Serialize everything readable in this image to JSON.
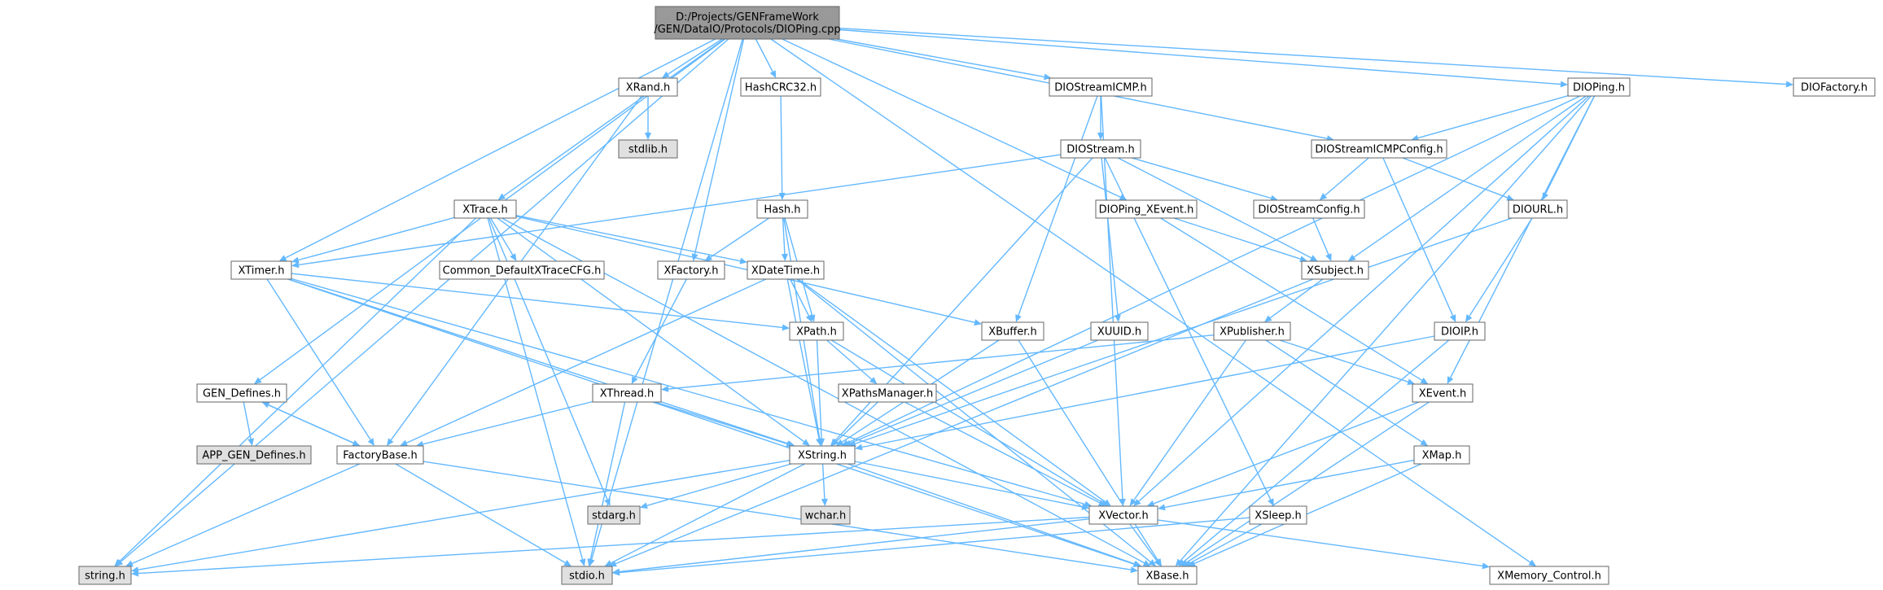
{
  "colors": {
    "edge": "#63b8ff",
    "root_fill": "#999999",
    "system_fill": "#e0e0e0",
    "normal_fill": "#ffffff",
    "border": "#666666"
  },
  "nodes": [
    {
      "id": "root",
      "lines": [
        "D:/Projects/GENFrameWork",
        "/GEN/DataIO/Protocols/DIOPing.cpp"
      ],
      "kind": "root"
    },
    {
      "id": "xrand",
      "lines": [
        "XRand.h"
      ],
      "kind": "normal"
    },
    {
      "id": "hashcrc32",
      "lines": [
        "HashCRC32.h"
      ],
      "kind": "normal"
    },
    {
      "id": "diostreamicmp",
      "lines": [
        "DIOStreamICMP.h"
      ],
      "kind": "normal"
    },
    {
      "id": "dioping",
      "lines": [
        "DIOPing.h"
      ],
      "kind": "normal"
    },
    {
      "id": "diofactory",
      "lines": [
        "DIOFactory.h"
      ],
      "kind": "normal"
    },
    {
      "id": "stdlib",
      "lines": [
        "stdlib.h"
      ],
      "kind": "system"
    },
    {
      "id": "diostream",
      "lines": [
        "DIOStream.h"
      ],
      "kind": "normal"
    },
    {
      "id": "diostreamicmpconfig",
      "lines": [
        "DIOStreamICMPConfig.h"
      ],
      "kind": "normal"
    },
    {
      "id": "hash",
      "lines": [
        "Hash.h"
      ],
      "kind": "normal"
    },
    {
      "id": "xtrace",
      "lines": [
        "XTrace.h"
      ],
      "kind": "normal"
    },
    {
      "id": "diopingxevent",
      "lines": [
        "DIOPing_XEvent.h"
      ],
      "kind": "normal"
    },
    {
      "id": "diostreamconfig",
      "lines": [
        "DIOStreamConfig.h"
      ],
      "kind": "normal"
    },
    {
      "id": "diourl",
      "lines": [
        "DIOURL.h"
      ],
      "kind": "normal"
    },
    {
      "id": "xtimer",
      "lines": [
        "XTimer.h"
      ],
      "kind": "normal"
    },
    {
      "id": "commondefault",
      "lines": [
        "Common_DefaultXTraceCFG.h"
      ],
      "kind": "normal"
    },
    {
      "id": "xfactory",
      "lines": [
        "XFactory.h"
      ],
      "kind": "normal"
    },
    {
      "id": "xdatetime",
      "lines": [
        "XDateTime.h"
      ],
      "kind": "normal"
    },
    {
      "id": "xsubject",
      "lines": [
        "XSubject.h"
      ],
      "kind": "normal"
    },
    {
      "id": "xbuffer",
      "lines": [
        "XBuffer.h"
      ],
      "kind": "normal"
    },
    {
      "id": "xuuid",
      "lines": [
        "XUUID.h"
      ],
      "kind": "normal"
    },
    {
      "id": "xpath",
      "lines": [
        "XPath.h"
      ],
      "kind": "normal"
    },
    {
      "id": "xpublisher",
      "lines": [
        "XPublisher.h"
      ],
      "kind": "normal"
    },
    {
      "id": "dioip",
      "lines": [
        "DIOIP.h"
      ],
      "kind": "normal"
    },
    {
      "id": "gendefines",
      "lines": [
        "GEN_Defines.h"
      ],
      "kind": "normal"
    },
    {
      "id": "xthread",
      "lines": [
        "XThread.h"
      ],
      "kind": "normal"
    },
    {
      "id": "xpathsmanager",
      "lines": [
        "XPathsManager.h"
      ],
      "kind": "normal"
    },
    {
      "id": "xevent",
      "lines": [
        "XEvent.h"
      ],
      "kind": "normal"
    },
    {
      "id": "appgendefines",
      "lines": [
        "APP_GEN_Defines.h"
      ],
      "kind": "system"
    },
    {
      "id": "factorybase",
      "lines": [
        "FactoryBase.h"
      ],
      "kind": "normal"
    },
    {
      "id": "xstring",
      "lines": [
        "XString.h"
      ],
      "kind": "normal"
    },
    {
      "id": "xmap",
      "lines": [
        "XMap.h"
      ],
      "kind": "normal"
    },
    {
      "id": "stdarg",
      "lines": [
        "stdarg.h"
      ],
      "kind": "system"
    },
    {
      "id": "wchar",
      "lines": [
        "wchar.h"
      ],
      "kind": "system"
    },
    {
      "id": "xvector",
      "lines": [
        "XVector.h"
      ],
      "kind": "normal"
    },
    {
      "id": "xsleep",
      "lines": [
        "XSleep.h"
      ],
      "kind": "normal"
    },
    {
      "id": "stringh",
      "lines": [
        "string.h"
      ],
      "kind": "system"
    },
    {
      "id": "stdio",
      "lines": [
        "stdio.h"
      ],
      "kind": "system"
    },
    {
      "id": "xbase",
      "lines": [
        "XBase.h"
      ],
      "kind": "normal"
    },
    {
      "id": "xmemory",
      "lines": [
        "XMemory_Control.h"
      ],
      "kind": "normal"
    }
  ],
  "edges": [
    [
      "root",
      "xrand"
    ],
    [
      "root",
      "hashcrc32"
    ],
    [
      "root",
      "diostreamicmp"
    ],
    [
      "root",
      "dioping"
    ],
    [
      "root",
      "diofactory"
    ],
    [
      "root",
      "xtrace"
    ],
    [
      "root",
      "xtimer"
    ],
    [
      "root",
      "gendefines"
    ],
    [
      "root",
      "xfactory"
    ],
    [
      "root",
      "diopingxevent"
    ],
    [
      "root",
      "diostreamicmpconfig"
    ],
    [
      "root",
      "stringh"
    ],
    [
      "root",
      "stdio"
    ],
    [
      "root",
      "xmemory"
    ],
    [
      "xrand",
      "stdlib"
    ],
    [
      "xrand",
      "factorybase"
    ],
    [
      "hashcrc32",
      "hash"
    ],
    [
      "diostreamicmp",
      "diostream"
    ],
    [
      "diostreamicmp",
      "xbuffer"
    ],
    [
      "diostreamicmp",
      "xvector"
    ],
    [
      "dioping",
      "diostreamicmpconfig"
    ],
    [
      "dioping",
      "diourl"
    ],
    [
      "dioping",
      "xsubject"
    ],
    [
      "dioping",
      "xevent"
    ],
    [
      "dioping",
      "xstring"
    ],
    [
      "dioping",
      "xvector"
    ],
    [
      "dioping",
      "xbase"
    ],
    [
      "diostream",
      "xtimer"
    ],
    [
      "diostream",
      "diostreamconfig"
    ],
    [
      "diostream",
      "xsubject"
    ],
    [
      "diostream",
      "xuuid"
    ],
    [
      "diostream",
      "xstring"
    ],
    [
      "diostream",
      "xsleep"
    ],
    [
      "diostreamicmpconfig",
      "diostreamconfig"
    ],
    [
      "diostreamicmpconfig",
      "diourl"
    ],
    [
      "diostreamicmpconfig",
      "dioip"
    ],
    [
      "hash",
      "xfactory"
    ],
    [
      "hash",
      "xdatetime"
    ],
    [
      "hash",
      "xpath"
    ],
    [
      "hash",
      "xstring"
    ],
    [
      "xtrace",
      "xtimer"
    ],
    [
      "xtrace",
      "commondefault"
    ],
    [
      "xtrace",
      "xdatetime"
    ],
    [
      "xtrace",
      "xbuffer"
    ],
    [
      "xtrace",
      "xstring"
    ],
    [
      "xtrace",
      "stdarg"
    ],
    [
      "xtrace",
      "stringh"
    ],
    [
      "xtrace",
      "stdio"
    ],
    [
      "xtrace",
      "xbase"
    ],
    [
      "diopingxevent",
      "xsubject"
    ],
    [
      "diopingxevent",
      "xevent"
    ],
    [
      "diostreamconfig",
      "xsubject"
    ],
    [
      "diourl",
      "dioip"
    ],
    [
      "diourl",
      "xstring"
    ],
    [
      "xtimer",
      "xpath"
    ],
    [
      "xtimer",
      "factorybase"
    ],
    [
      "xtimer",
      "xstring"
    ],
    [
      "xtimer",
      "xvector"
    ],
    [
      "xtimer",
      "xbase"
    ],
    [
      "xfactory",
      "xthread"
    ],
    [
      "xdatetime",
      "xpath"
    ],
    [
      "xdatetime",
      "factorybase"
    ],
    [
      "xdatetime",
      "xstring"
    ],
    [
      "xdatetime",
      "xvector"
    ],
    [
      "xdatetime",
      "xbase"
    ],
    [
      "xsubject",
      "xpublisher"
    ],
    [
      "xsubject",
      "stdio"
    ],
    [
      "xbuffer",
      "xstring"
    ],
    [
      "xbuffer",
      "xbase"
    ],
    [
      "xuuid",
      "xstring"
    ],
    [
      "xpath",
      "xpathsmanager"
    ],
    [
      "xpath",
      "xstring"
    ],
    [
      "xpath",
      "xvector"
    ],
    [
      "xpublisher",
      "xthread"
    ],
    [
      "xpublisher",
      "xevent"
    ],
    [
      "xpublisher",
      "xmap"
    ],
    [
      "xpublisher",
      "xvector"
    ],
    [
      "dioip",
      "xstring"
    ],
    [
      "dioip",
      "xbase"
    ],
    [
      "gendefines",
      "appgendefines"
    ],
    [
      "gendefines",
      "factorybase"
    ],
    [
      "xthread",
      "factorybase"
    ],
    [
      "xthread",
      "xstring"
    ],
    [
      "xthread",
      "stdio"
    ],
    [
      "xpathsmanager",
      "xstring"
    ],
    [
      "xpathsmanager",
      "xvector"
    ],
    [
      "xevent",
      "xvector"
    ],
    [
      "xevent",
      "xbase"
    ],
    [
      "factorybase",
      "gendefines"
    ],
    [
      "factorybase",
      "stringh"
    ],
    [
      "factorybase",
      "stdio"
    ],
    [
      "factorybase",
      "xbase"
    ],
    [
      "xstring",
      "stdarg"
    ],
    [
      "xstring",
      "wchar"
    ],
    [
      "xstring",
      "xvector"
    ],
    [
      "xstring",
      "stringh"
    ],
    [
      "xstring",
      "stdio"
    ],
    [
      "xstring",
      "xbase"
    ],
    [
      "xmap",
      "xvector"
    ],
    [
      "xmap",
      "xbase"
    ],
    [
      "xvector",
      "stringh"
    ],
    [
      "xvector",
      "stdio"
    ],
    [
      "xvector",
      "xbase"
    ],
    [
      "xvector",
      "xmemory"
    ],
    [
      "xsleep",
      "stdio"
    ],
    [
      "xsleep",
      "xbase"
    ]
  ]
}
